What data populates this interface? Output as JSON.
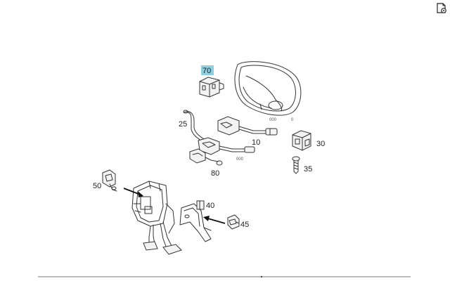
{
  "toolbar": {
    "export_icon": "document-gear-icon"
  },
  "callouts": {
    "c70": "70",
    "c25": "25",
    "c10": "10",
    "c30": "30",
    "c35": "35",
    "c80": "80",
    "c50": "50",
    "c40": "40",
    "c45": "45"
  },
  "tiny_marks": {
    "m1": "0",
    "m2": "000",
    "m3": "0",
    "m4": "000"
  },
  "highlight_color": "#8ecfe0"
}
